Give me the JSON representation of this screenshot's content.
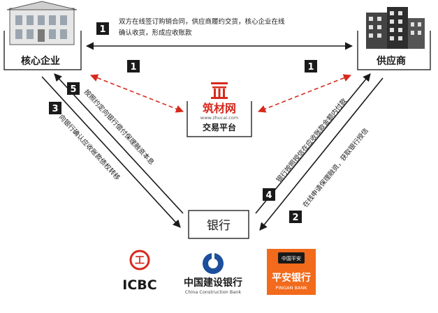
{
  "nodes": {
    "core": {
      "label": "核心企业"
    },
    "supplier": {
      "label": "供应商"
    },
    "platform": {
      "label": "交易平台",
      "logo_main": "筑材网",
      "logo_url": "www.zhucai.com"
    },
    "bank": {
      "label": "银行"
    }
  },
  "steps": {
    "s1_top": {
      "num": "1",
      "text_line1": "双方在线签订购销合同，供应商履约交货，核心企业在线",
      "text_line2": "确认收货，形成应收账款"
    },
    "s1_left": {
      "num": "1"
    },
    "s1_right": {
      "num": "1"
    },
    "s2": {
      "num": "2",
      "text": "在线申请保理融资，获取银行授信"
    },
    "s3": {
      "num": "3",
      "text": "向银行确认应收账款债权转移"
    },
    "s4": {
      "num": "4",
      "text": "银行按照授信在应收账款金额内付款"
    },
    "s5": {
      "num": "5",
      "text": "按照约定向银行偿付保理融资本息"
    }
  },
  "banks": {
    "icbc": {
      "name": "ICBC",
      "glyph": "工"
    },
    "ccb": {
      "name": "中国建设银行",
      "sub": "China Construction Bank"
    },
    "pingan": {
      "name": "平安银行",
      "sub": "PINGAN BANK",
      "badge": "中国平安"
    }
  },
  "colors": {
    "red": "#d62a1e",
    "dark": "#1a1a1a",
    "ccb_blue": "#1c4f9c",
    "pingan_orange": "#f26a1b",
    "badge_bg": "#1a1a1a"
  }
}
